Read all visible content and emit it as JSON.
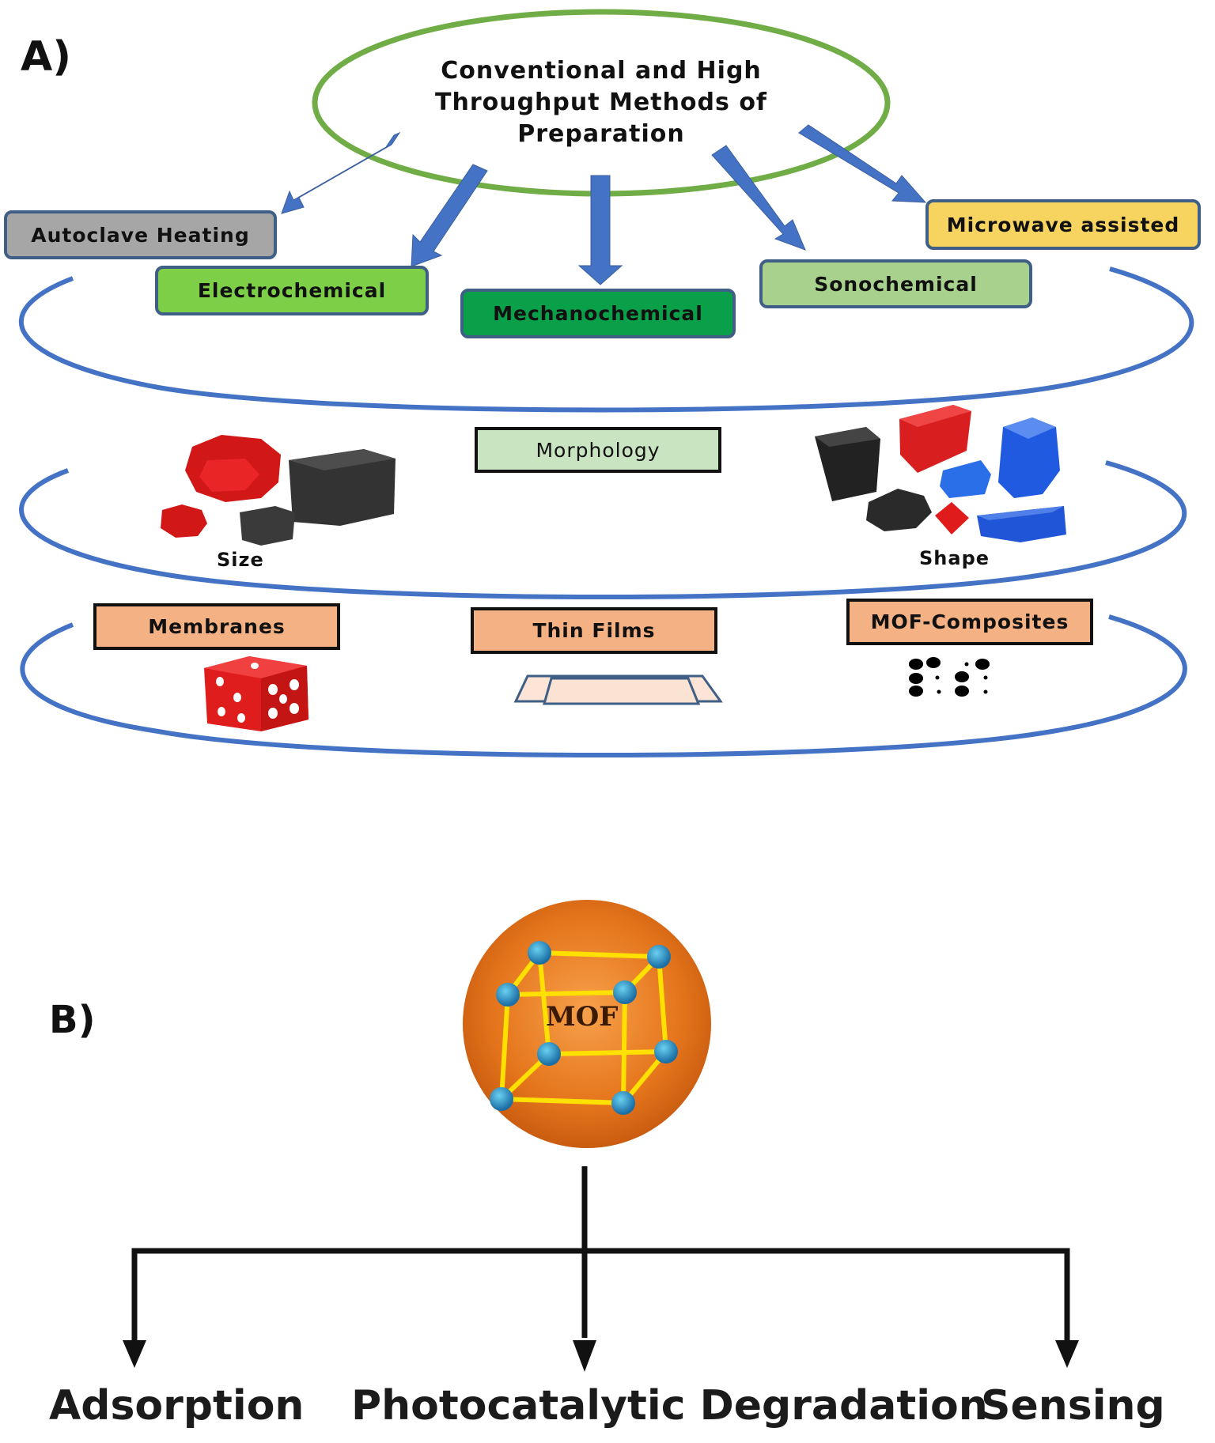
{
  "panel_a": {
    "label": "A)",
    "center_title": "Conventional and High Throughput Methods of Preparation",
    "methods": [
      {
        "name": "Autoclave Heating",
        "color": "#a6a6a6"
      },
      {
        "name": "Electrochemical",
        "color": "#7ecf48"
      },
      {
        "name": "Mechanochemical",
        "color": "#0aa04a"
      },
      {
        "name": "Sonochemical",
        "color": "#a9d18e"
      },
      {
        "name": "Microwave assisted",
        "color": "#f6d45f"
      }
    ],
    "morphology": {
      "title": "Morphology",
      "color": "#c9e4c1",
      "size_label": "Size",
      "shape_label": "Shape"
    },
    "forms": {
      "color": "#f4b183",
      "items": [
        "Membranes",
        "Thin Films",
        "MOF-Composites"
      ]
    }
  },
  "panel_b": {
    "label": "B)",
    "center_label": "MOF",
    "applications": [
      "Adsorption",
      "Photocatalytic Degradation",
      "Sensing"
    ]
  },
  "colors": {
    "ellipse_green": "#70ad47",
    "ellipse_blue": "#4472c4",
    "arrow_blue": "#4472c4",
    "mof_orange": "#e4741b",
    "mof_frame": "#ffe000",
    "mof_node": "#2e86c1"
  }
}
